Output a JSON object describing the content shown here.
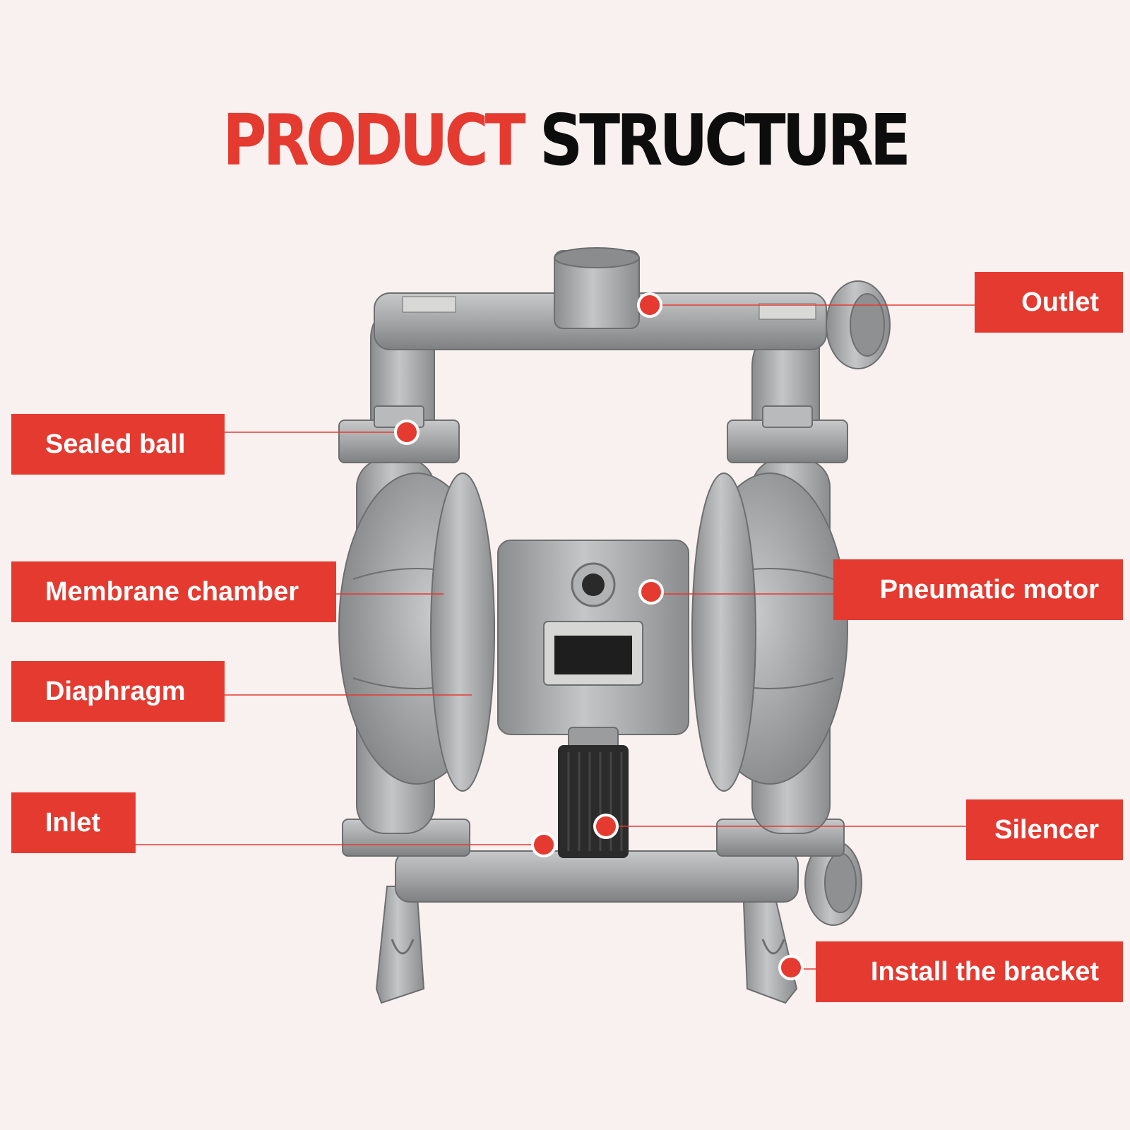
{
  "title": {
    "part1": "PRODUCT",
    "part2": "STRUCTURE"
  },
  "colors": {
    "accent": "#e53a30",
    "background": "#f9f1ef",
    "title_dark": "#0d0d0d",
    "metal": "#a9abad"
  },
  "labels": {
    "outlet": "Outlet",
    "sealed_ball": "Sealed ball",
    "membrane_chamber": "Membrane chamber",
    "pneumatic_motor": "Pneumatic motor",
    "diaphragm": "Diaphragm",
    "inlet": "Inlet",
    "silencer": "Silencer",
    "install_bracket": "Install the bracket"
  }
}
